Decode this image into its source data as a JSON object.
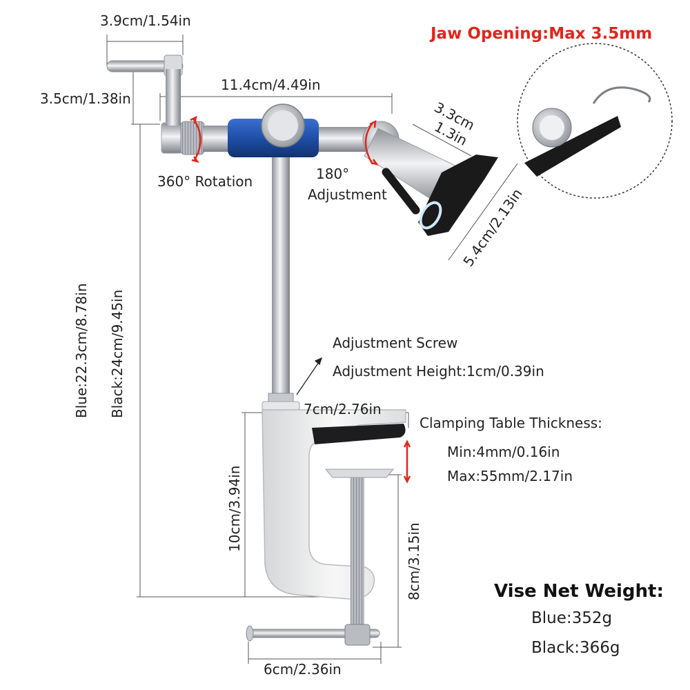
{
  "labels": {
    "jaw_opening": "Jaw Opening:Max 3.5mm",
    "handle_width": "3.9cm/1.54in",
    "handle_height": "3.5cm/1.38in",
    "arm_length": "11.4cm/4.49in",
    "jaw_3_3a": "3.3cm",
    "jaw_3_3b": "1.3in",
    "jaw_5_4": "5.4cm/2.13in",
    "rotation_360": "360° Rotation",
    "adjust_180_a": "180°",
    "adjust_180_b": "Adjustment",
    "height_blue": "Blue:22.3cm/8.78in",
    "height_black": "Black:24cm/9.45in",
    "adjustment_screw": "Adjustment Screw",
    "adjustment_height": "Adjustment Height:1cm/0.39in",
    "clamp_width": "7cm/2.76in",
    "clamp_table_thickness": "Clamping Table Thickness:",
    "clamp_min": "Min:4mm/0.16in",
    "clamp_max": "Max:55mm/2.17in",
    "clamp_height": "10cm/3.94in",
    "screw_length": "8cm/3.15in",
    "base_width": "6cm/2.36in",
    "net_weight_title": "Vise Net Weight:",
    "weight_blue": "Blue:352g",
    "weight_black": "Black:366g"
  },
  "colors": {
    "accent_red": "#e1261c",
    "collar_blue": "#1f4fa8",
    "steel": "#c9ccd1",
    "clamp_white": "#eeeeee",
    "jaw_black": "#1a1a1a"
  }
}
